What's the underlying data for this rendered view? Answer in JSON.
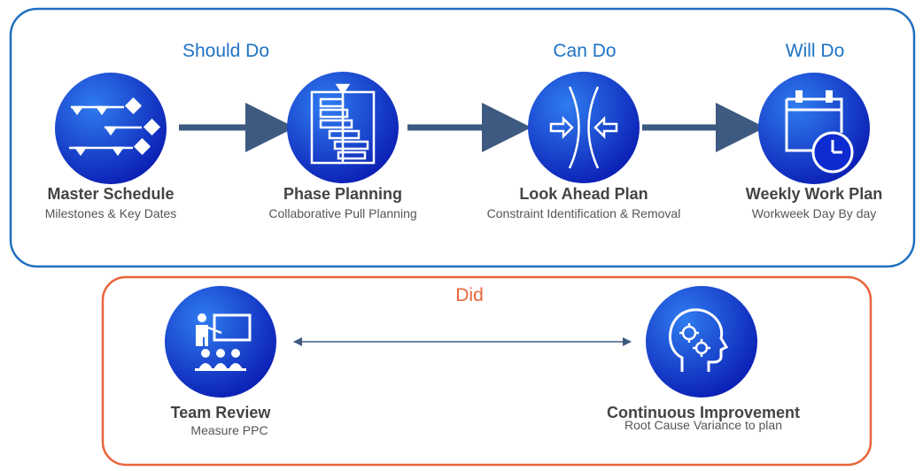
{
  "colors": {
    "top_frame": "#1f6fbf",
    "bottom_frame": "#e8643a",
    "arrow": "#3d5a80",
    "circle_light": "#2f7cf0",
    "circle_dark": "#0b1fb4",
    "header_blue": "#1e73c4",
    "header_orange": "#e8643a"
  },
  "headers": {
    "should_do": "Should Do",
    "can_do": "Can Do",
    "will_do": "Will Do",
    "did": "Did"
  },
  "steps": {
    "master_schedule": {
      "title": "Master Schedule",
      "subtitle": "Milestones & Key Dates",
      "icon": "milestones-icon"
    },
    "phase_planning": {
      "title": "Phase Planning",
      "subtitle": "Collaborative Pull Planning",
      "icon": "gantt-icon"
    },
    "look_ahead": {
      "title": "Look Ahead Plan",
      "subtitle": "Constraint Identification & Removal",
      "icon": "constraint-icon"
    },
    "weekly_work": {
      "title": "Weekly Work Plan",
      "subtitle": "Workweek Day By day",
      "icon": "calendar-clock-icon"
    },
    "team_review": {
      "title": "Team Review",
      "subtitle": "Measure PPC",
      "icon": "presentation-icon"
    },
    "continuous_improvement": {
      "title": "Continuous Improvement",
      "subtitle": "Root Cause Variance to plan",
      "icon": "head-gears-icon"
    }
  }
}
